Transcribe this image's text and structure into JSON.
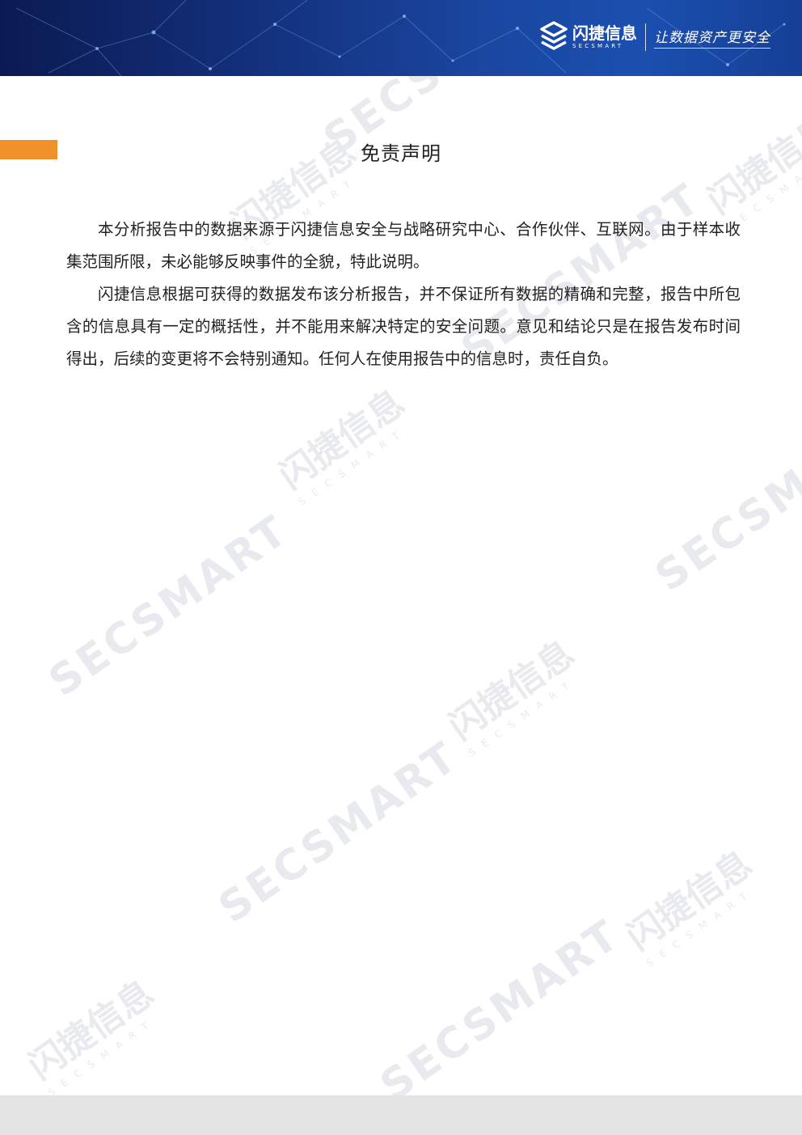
{
  "header": {
    "brand_name": "闪捷信息",
    "brand_sub": "SECSMART",
    "slogan": "让数据资产更安全"
  },
  "document": {
    "title": "免责声明",
    "paragraphs": [
      "本分析报告中的数据来源于闪捷信息安全与战略研究中心、合作伙伴、互联网。由于样本收集范围所限，未必能够反映事件的全貌，特此说明。",
      "闪捷信息根据可获得的数据发布该分析报告，并不保证所有数据的精确和完整，报告中所包含的信息具有一定的概括性，并不能用来解决特定的安全问题。意见和结论只是在报告发布时间得出，后续的变更将不会特别通知。任何人在使用报告中的信息时，责任自负。"
    ]
  },
  "watermark": {
    "cn": "闪捷信息",
    "en": "SECSMART"
  },
  "colors": {
    "header_dark": "#0b1a52",
    "header_mid": "#1a46a0",
    "accent_orange": "#f0912a",
    "text": "#222222",
    "footer": "#e4e4e4"
  }
}
